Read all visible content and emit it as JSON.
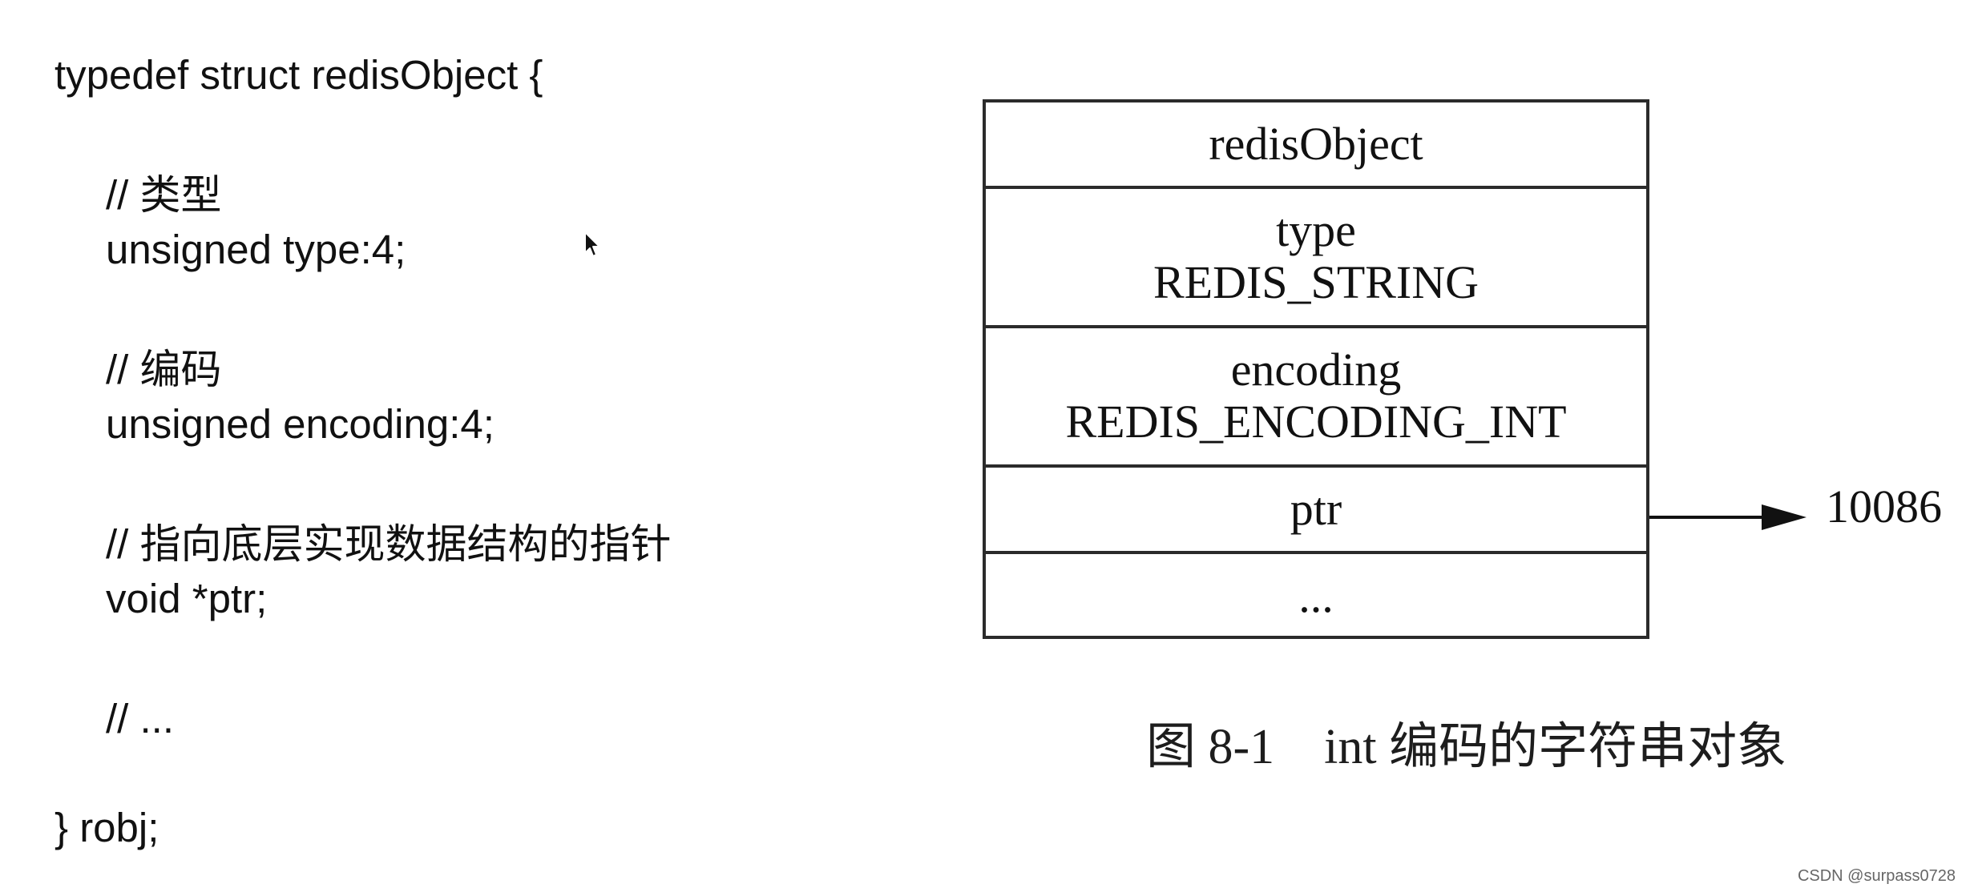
{
  "code": {
    "lines": [
      "typedef struct redisObject {",
      "// 类型",
      "unsigned type:4;",
      "// 编码",
      "unsigned encoding:4;",
      "// 指向底层实现数据结构的指针",
      "void *ptr;",
      "// ...",
      "} robj;"
    ]
  },
  "diagram": {
    "cells": [
      {
        "lines": [
          "redisObject"
        ]
      },
      {
        "lines": [
          "type",
          "REDIS_STRING"
        ]
      },
      {
        "lines": [
          "encoding",
          "REDIS_ENCODING_INT"
        ]
      },
      {
        "lines": [
          "ptr"
        ]
      },
      {
        "lines": [
          "..."
        ]
      }
    ],
    "pointer_target": "10086",
    "caption": "图 8-1　int 编码的字符串对象"
  },
  "watermark": "CSDN @surpass0728"
}
